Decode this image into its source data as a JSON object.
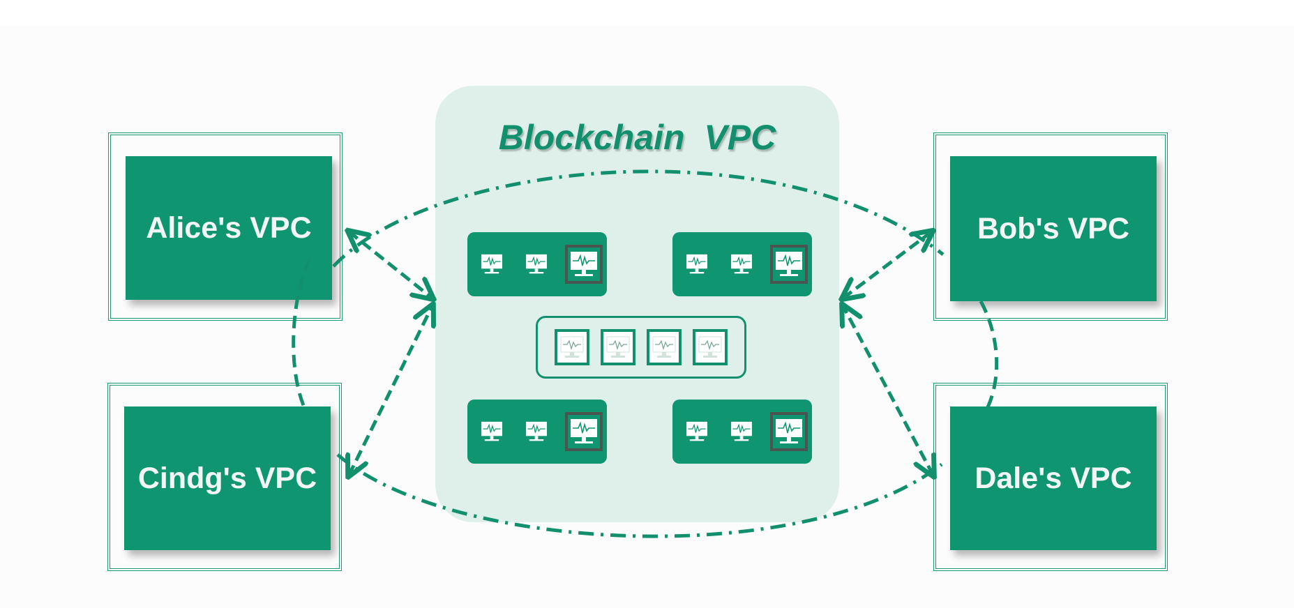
{
  "hub": {
    "title": "Blockchain  VPC"
  },
  "participants": {
    "alice": {
      "label": "Alice's VPC"
    },
    "bob": {
      "label": "Bob's VPC"
    },
    "cindy": {
      "label": "Cindg's VPC"
    },
    "dale": {
      "label": "Dale's VPC"
    }
  },
  "colors": {
    "primary_green": "#0f9670",
    "hub_background": "#dff0ea",
    "link_green": "#12906d",
    "highlight_frame": "#4a5550"
  },
  "icons": {
    "monitor": "monitor-icon",
    "chain_block": "block-monitor-icon"
  }
}
